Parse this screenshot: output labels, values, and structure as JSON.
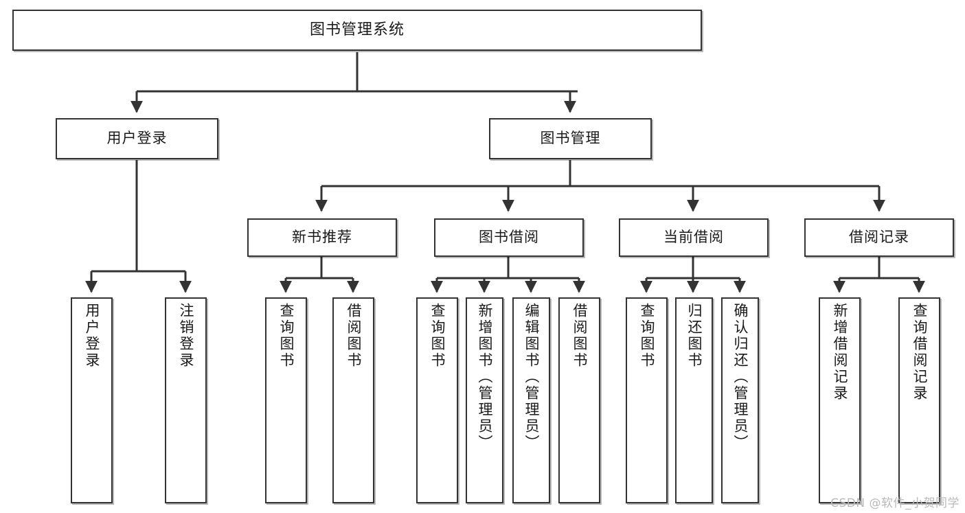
{
  "diagram": {
    "title": "图书管理系统",
    "type": "tree-hierarchy",
    "watermark": "CSDN @软件_小贺同学",
    "colors": {
      "background": "#ffffff",
      "node_fill": "#ffffff",
      "node_stroke": "#333333",
      "edge_stroke": "#333333",
      "text": "#1a1a1a",
      "watermark": "#b9b9b9"
    },
    "root": {
      "id": "root",
      "label": "图书管理系统"
    },
    "level1": [
      {
        "id": "user-login",
        "label": "用户登录"
      },
      {
        "id": "book-manage",
        "label": "图书管理"
      }
    ],
    "level2": [
      {
        "id": "new-book-recommend",
        "label": "新书推荐",
        "parent": "book-manage"
      },
      {
        "id": "book-borrow",
        "label": "图书借阅",
        "parent": "book-manage"
      },
      {
        "id": "current-borrow",
        "label": "当前借阅",
        "parent": "book-manage"
      },
      {
        "id": "borrow-record",
        "label": "借阅记录",
        "parent": "book-manage"
      }
    ],
    "leaves": [
      {
        "id": "leaf-user-login",
        "label": "用户登录",
        "parent": "user-login"
      },
      {
        "id": "leaf-logout-login",
        "label": "注销登录",
        "parent": "user-login"
      },
      {
        "id": "leaf-query-book-1",
        "label": "查询图书",
        "parent": "new-book-recommend"
      },
      {
        "id": "leaf-borrow-book-1",
        "label": "借阅图书",
        "parent": "new-book-recommend"
      },
      {
        "id": "leaf-query-book-2",
        "label": "查询图书",
        "parent": "book-borrow"
      },
      {
        "id": "leaf-add-book",
        "label": "新增图书（管理员）",
        "parent": "book-borrow"
      },
      {
        "id": "leaf-edit-book",
        "label": "编辑图书（管理员）",
        "parent": "book-borrow"
      },
      {
        "id": "leaf-borrow-book-2",
        "label": "借阅图书",
        "parent": "book-borrow"
      },
      {
        "id": "leaf-query-book-3",
        "label": "查询图书",
        "parent": "current-borrow"
      },
      {
        "id": "leaf-return-book",
        "label": "归还图书",
        "parent": "current-borrow"
      },
      {
        "id": "leaf-confirm-return",
        "label": "确认归还（管理员）",
        "parent": "current-borrow"
      },
      {
        "id": "leaf-add-record",
        "label": "新增借阅记录",
        "parent": "borrow-record"
      },
      {
        "id": "leaf-query-record",
        "label": "查询借阅记录",
        "parent": "borrow-record"
      }
    ]
  }
}
